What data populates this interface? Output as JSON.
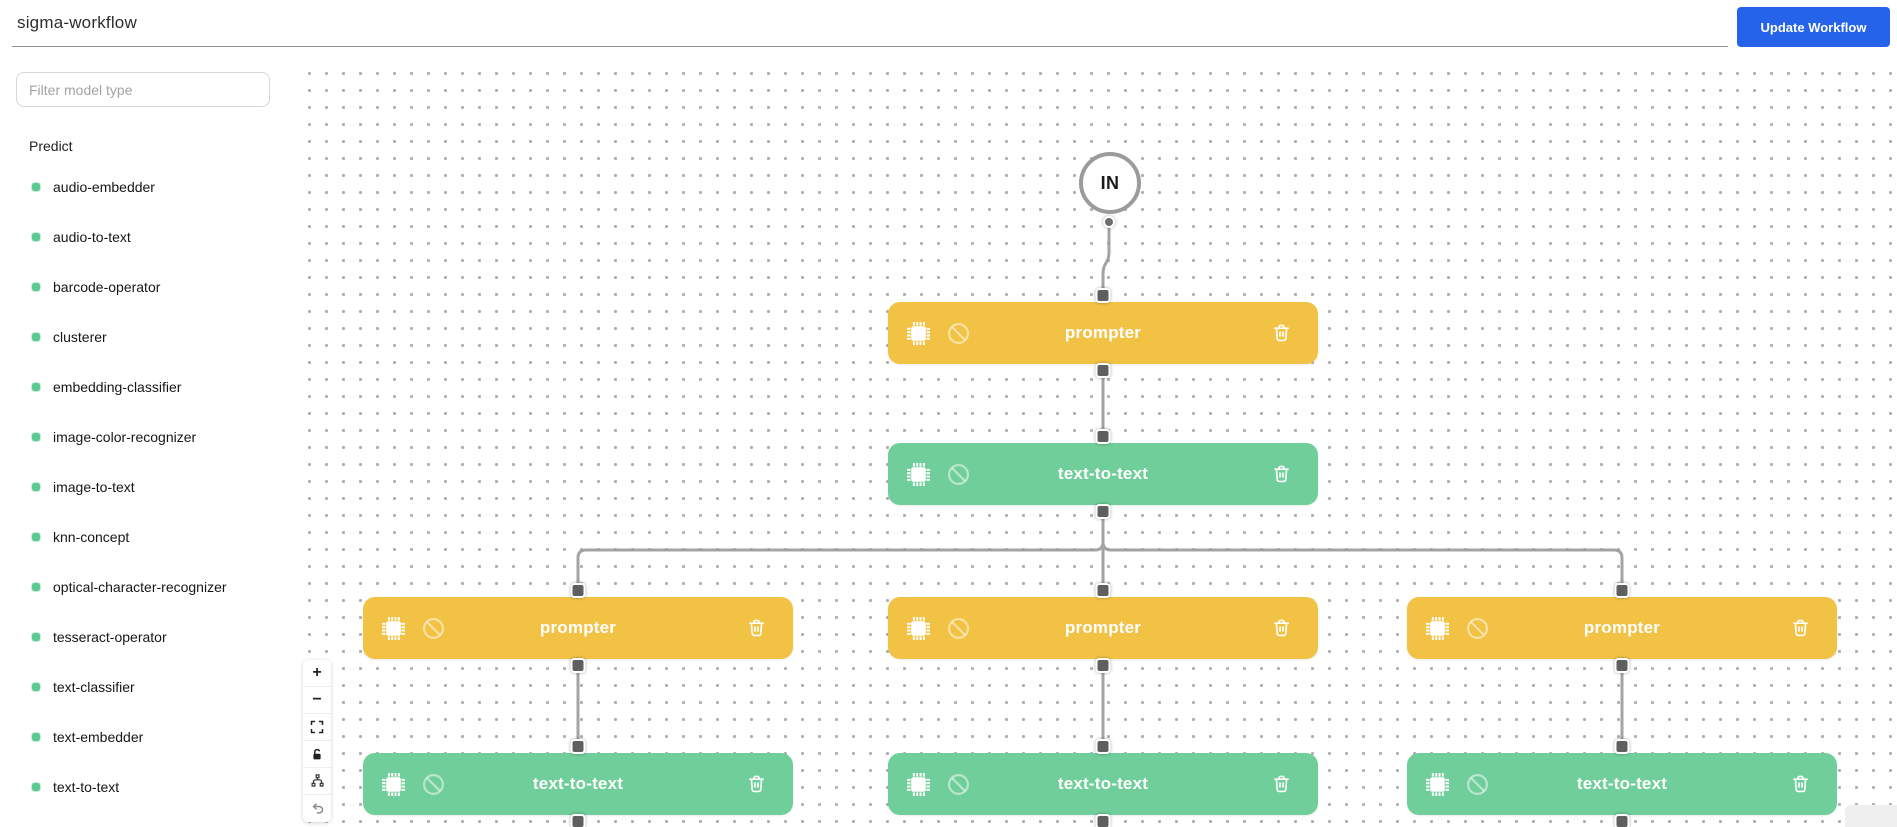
{
  "header": {
    "title": "sigma-workflow",
    "update_button": "Update Workflow"
  },
  "sidebar": {
    "filter_placeholder": "Filter model type",
    "section_label": "Predict",
    "items": [
      "audio-embedder",
      "audio-to-text",
      "barcode-operator",
      "clusterer",
      "embedding-classifier",
      "image-color-recognizer",
      "image-to-text",
      "knn-concept",
      "optical-character-recognizer",
      "tesseract-operator",
      "text-classifier",
      "text-embedder",
      "text-to-text"
    ]
  },
  "canvas": {
    "in_label": "IN",
    "nodes": [
      {
        "id": "prompter-top",
        "kind": "prompter",
        "label": "prompter"
      },
      {
        "id": "text-to-text-mid",
        "kind": "model",
        "label": "text-to-text"
      },
      {
        "id": "prompter-left",
        "kind": "prompter",
        "label": "prompter"
      },
      {
        "id": "prompter-center",
        "kind": "prompter",
        "label": "prompter"
      },
      {
        "id": "prompter-right",
        "kind": "prompter",
        "label": "prompter"
      },
      {
        "id": "text-to-text-left",
        "kind": "model",
        "label": "text-to-text"
      },
      {
        "id": "text-to-text-center",
        "kind": "model",
        "label": "text-to-text"
      },
      {
        "id": "text-to-text-right",
        "kind": "model",
        "label": "text-to-text"
      }
    ],
    "controls": [
      {
        "name": "zoom-in",
        "glyph": "+"
      },
      {
        "name": "zoom-out",
        "glyph": "−"
      },
      {
        "name": "fit-view"
      },
      {
        "name": "lock"
      },
      {
        "name": "auto-layout"
      },
      {
        "name": "undo"
      }
    ],
    "colors": {
      "prompter_yellow": "#F2C245",
      "model_green": "#70CE9B",
      "edge_gray": "#9C9C9C",
      "handle_gray": "#5F5F5F",
      "accent_blue": "#2563EB"
    }
  }
}
